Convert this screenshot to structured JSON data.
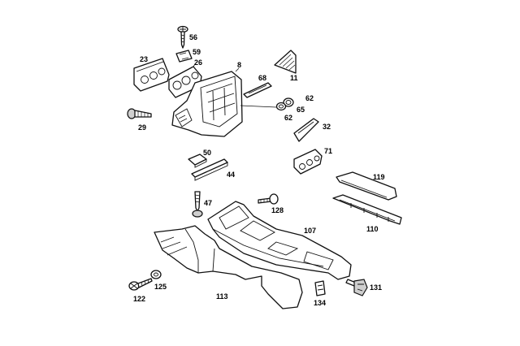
{
  "callouts": {
    "p8": "8",
    "p11": "11",
    "p23": "23",
    "p26": "26",
    "p29": "29",
    "p32": "32",
    "p44": "44",
    "p47": "47",
    "p50": "50",
    "p56": "56",
    "p59": "59",
    "p62a": "62",
    "p62b": "62",
    "p65": "65",
    "p68": "68",
    "p71": "71",
    "p107": "107",
    "p110": "110",
    "p113": "113",
    "p119": "119",
    "p122": "122",
    "p125": "125",
    "p128": "128",
    "p131": "131",
    "p134": "134"
  },
  "colors": {
    "line": "#111111",
    "background": "#ffffff",
    "fill": "#cfcfcf"
  }
}
